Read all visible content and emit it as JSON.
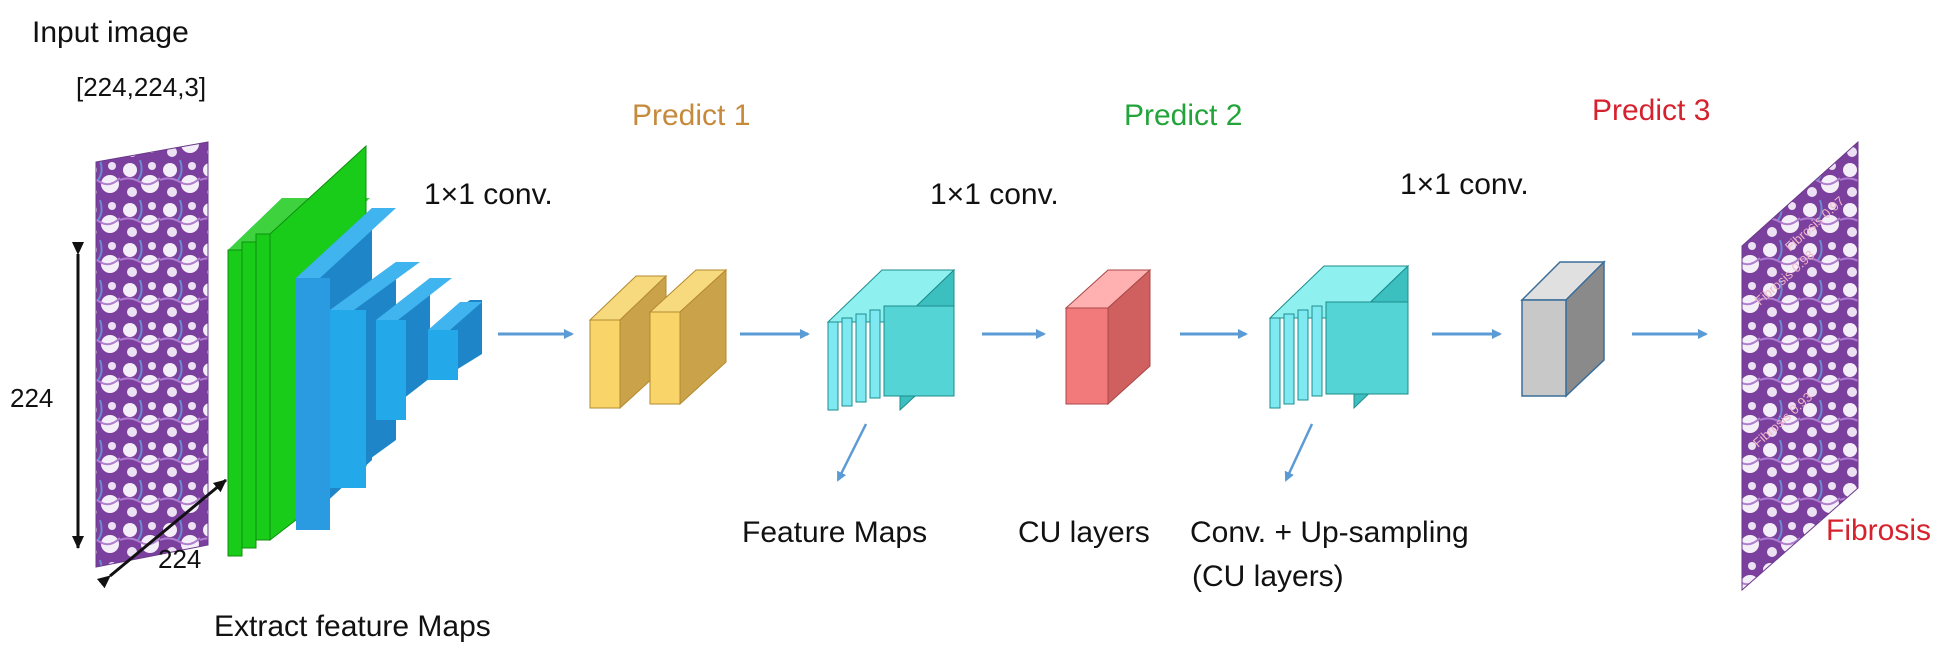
{
  "input": {
    "title": "Input image",
    "shape": "[224,224,3]",
    "height_label": "224",
    "width_label": "224"
  },
  "stages": {
    "extract_label": "Extract feature Maps",
    "predict_1": "Predict 1",
    "predict_2": "Predict 2",
    "predict_3": "Predict 3",
    "conv_1": "1×1 conv.",
    "conv_2": "1×1 conv.",
    "conv_3": "1×1 conv.",
    "feature_maps_label": "Feature Maps",
    "cu_layers_label": "CU layers",
    "up_sampling_label_line1": "Conv. + Up-sampling",
    "up_sampling_label_line2": "(CU layers)"
  },
  "output": {
    "label": "Fibrosis",
    "overlay_labels": [
      "Fibrosis 0.98",
      "Fibrosis 0.97",
      "Fibrosis 0.93"
    ]
  },
  "colors": {
    "predict_1": "#c58a3c",
    "predict_2": "#22a43a",
    "predict_3": "#d6222d",
    "fibrosis": "#d6222d",
    "arrow": "#5b9bd5",
    "encoder_green": "#19cc19",
    "encoder_blue": "#1f97d9",
    "encoder_light_blue": "#23a8ea",
    "predict1_yellow": "#f9d569",
    "feature_cyan": "#54d4d4",
    "cu_red": "#f37a7a",
    "final_grey": "#c8c8c8",
    "tissue_purple": "#8a4ea8"
  }
}
